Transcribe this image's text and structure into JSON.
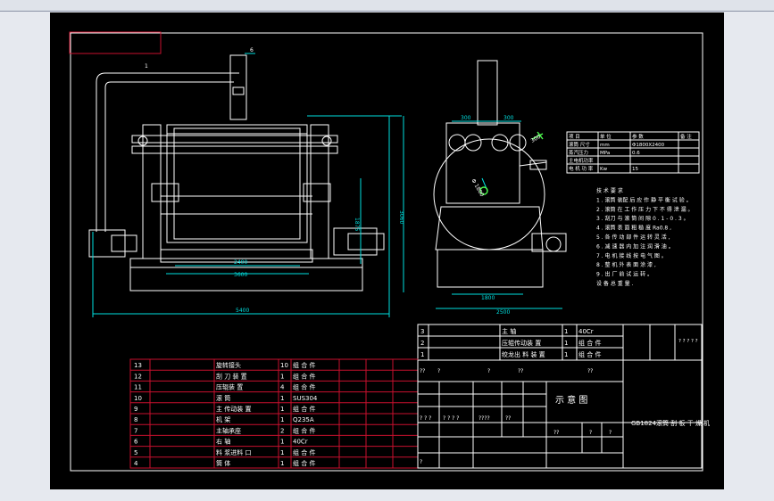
{
  "colors": {
    "background": "#000000",
    "border": "#c8102e",
    "part_line": "#ffffff",
    "dimension_line": "#00e0e0",
    "table_text": "#ffffff",
    "highlight": "#4dff4d"
  },
  "icons": [
    "leader-arrow"
  ],
  "dimensions": {
    "top_leader": "6",
    "pipe_label": "1",
    "width_inner": "2400",
    "width_mid": "3600",
    "width_total": "5400",
    "height_total": "3060",
    "height_mid": "1875",
    "side_top_left": "300",
    "side_top_right": "300",
    "side_bottom": "1800",
    "side_total": "2500",
    "side_diameter": "Φ 1800",
    "side_right": "300"
  },
  "spec_table": {
    "rows": [
      [
        "项 目",
        "单 位",
        "参 数",
        "备 注"
      ],
      [
        "滚筒 尺寸",
        "mm",
        "Φ1800X2400",
        ""
      ],
      [
        "蒸汽压力",
        "MPa",
        "0.6",
        ""
      ],
      [
        "主电机功率",
        "",
        "",
        ""
      ],
      [
        "电 机 功 率",
        "Kw",
        "15",
        ""
      ]
    ]
  },
  "tech_notes": [
    "技 术 要 求",
    "1 . 滚筒 装配 后 应 作 静 平 衡 试 验 。",
    "2 . 滚筒 在 工 作 压 力 下 不 得 泄 漏 。",
    "3 . 刮刀 与 滚 筒 间 隙 0 . 1 - 0 . 3 。",
    "4 . 滚筒 表 面 粗 糙 度 Ra0.8 ,",
    "5 . 各 传 动 部 件 运 转 灵 活 ,",
    "6 . 减 速 器 内 加 注 润 滑 油 。",
    "7 . 电 机 接 线 按 电 气 图 。",
    "8 . 整 机 外 表 面 涂 漆 ,",
    "9 . 出 厂 前 试 运 转 。",
    "设 备 总 重 量 ."
  ],
  "bom_upper": [
    [
      "3",
      "主 轴",
      "1",
      "40Cr"
    ],
    [
      "2",
      "压辊传动装 置",
      "1",
      "组 合 件"
    ],
    [
      "1",
      "绞龙出 料 装 置",
      "1",
      "组 合 件"
    ]
  ],
  "bom_lower": [
    [
      "13",
      "旋转接头",
      "10",
      "组 合 件"
    ],
    [
      "12",
      "刮 刀 装 置",
      "1",
      "组 合 件"
    ],
    [
      "11",
      "压辊装 置",
      "4",
      "组 合 件"
    ],
    [
      "10",
      "滚 筒",
      "1",
      "SUS304"
    ],
    [
      "9",
      "主 传动装 置",
      "1",
      "组 合 件"
    ],
    [
      "8",
      "机 架",
      "1",
      "Q235A"
    ],
    [
      "7",
      "主轴承座",
      "2",
      "组 合 件"
    ],
    [
      "6",
      "右 轴",
      "1",
      "40Cr"
    ],
    [
      "5",
      "料 浆进料 口",
      "1",
      "组 合 件"
    ],
    [
      "4",
      "筒 体",
      "1",
      "组 合 件"
    ]
  ],
  "title_block": {
    "drawing_title": "示 意 图",
    "drawing_number": "GB1824滚筒 刮 板 干 燥 机",
    "placeholder_marks": [
      "??",
      "?",
      "?",
      "??",
      "??",
      "? ? ?",
      "? ? ? ?",
      "????",
      "??",
      "??",
      "?",
      "?",
      "?"
    ],
    "code_upper": "? ? ? ? ?"
  }
}
